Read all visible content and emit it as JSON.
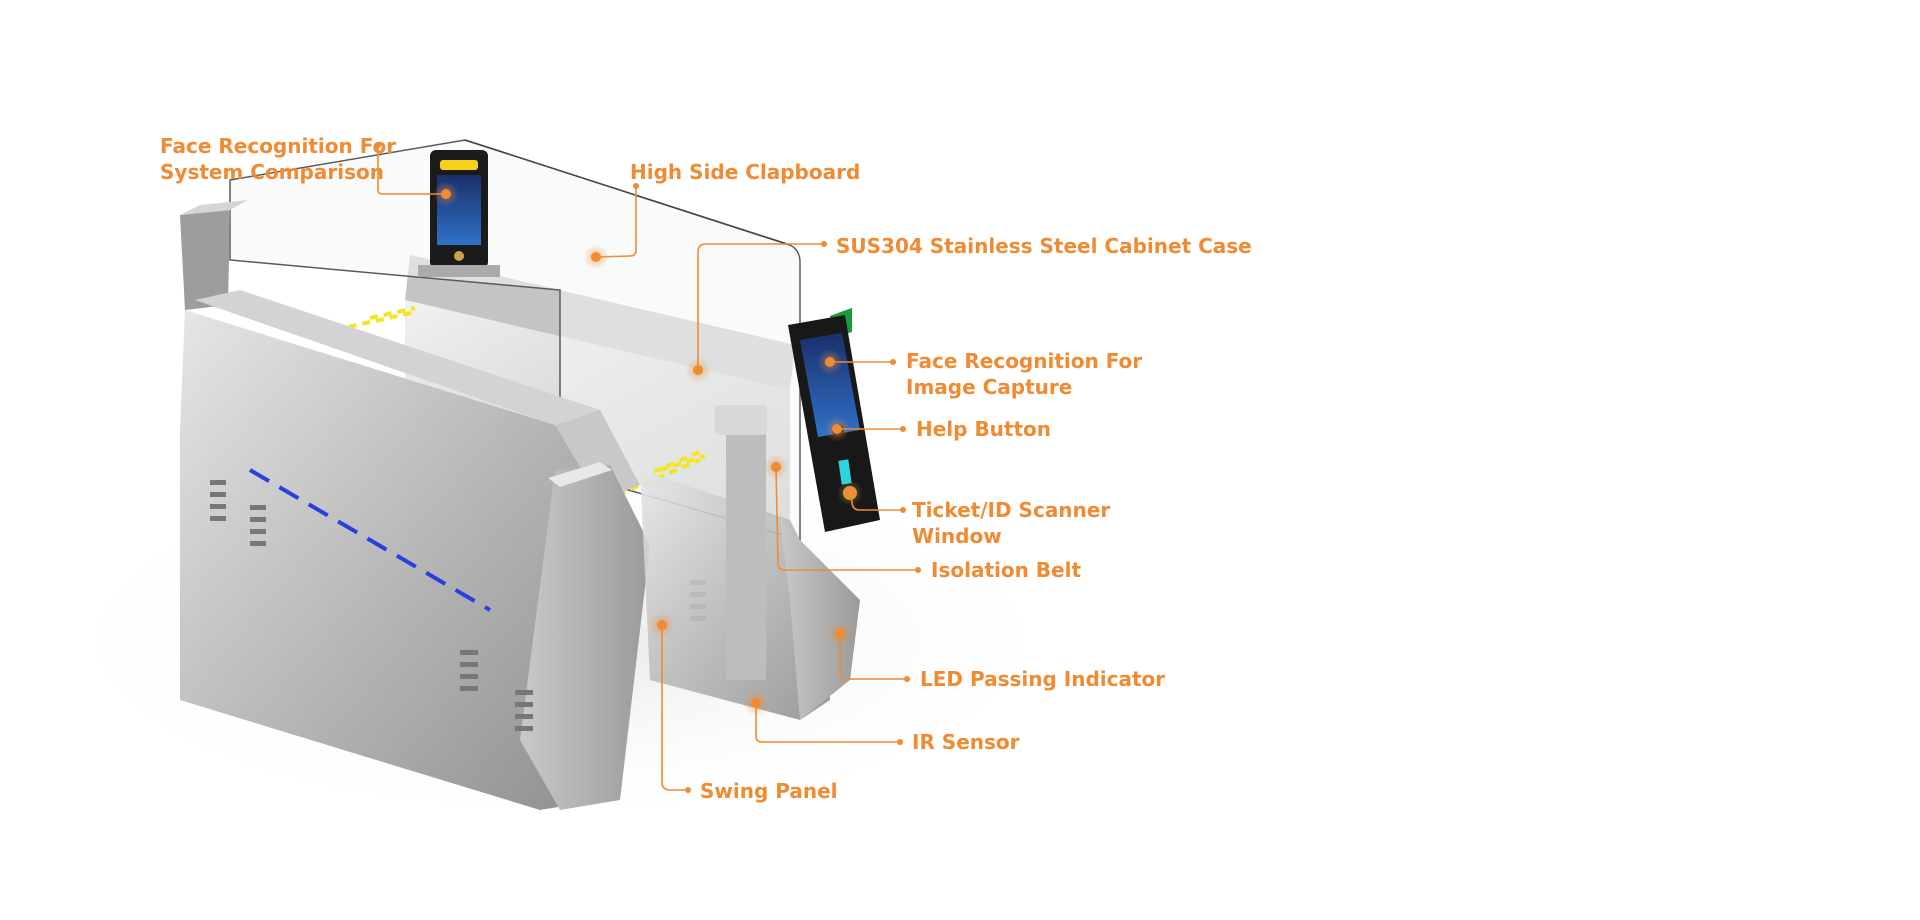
{
  "accent_color": "#f08a33",
  "product_image": "swing-barrier-turnstile-with-face-recognition",
  "callouts": [
    {
      "id": "face-sys",
      "lines": [
        "Face Recognition For",
        "System Comparison"
      ]
    },
    {
      "id": "clapboard",
      "lines": [
        "High Side Clapboard"
      ]
    },
    {
      "id": "cabinet",
      "lines": [
        "SUS304 Stainless Steel Cabinet Case"
      ]
    },
    {
      "id": "face-img",
      "lines": [
        "Face Recognition For",
        "Image Capture"
      ]
    },
    {
      "id": "help",
      "lines": [
        "Help Button"
      ]
    },
    {
      "id": "scanner",
      "lines": [
        "Ticket/ID Scanner",
        "Window"
      ]
    },
    {
      "id": "belt",
      "lines": [
        "Isolation Belt"
      ]
    },
    {
      "id": "led",
      "lines": [
        "LED Passing Indicator"
      ]
    },
    {
      "id": "ir",
      "lines": [
        "IR Sensor"
      ]
    },
    {
      "id": "swing",
      "lines": [
        "Swing Panel"
      ]
    }
  ]
}
